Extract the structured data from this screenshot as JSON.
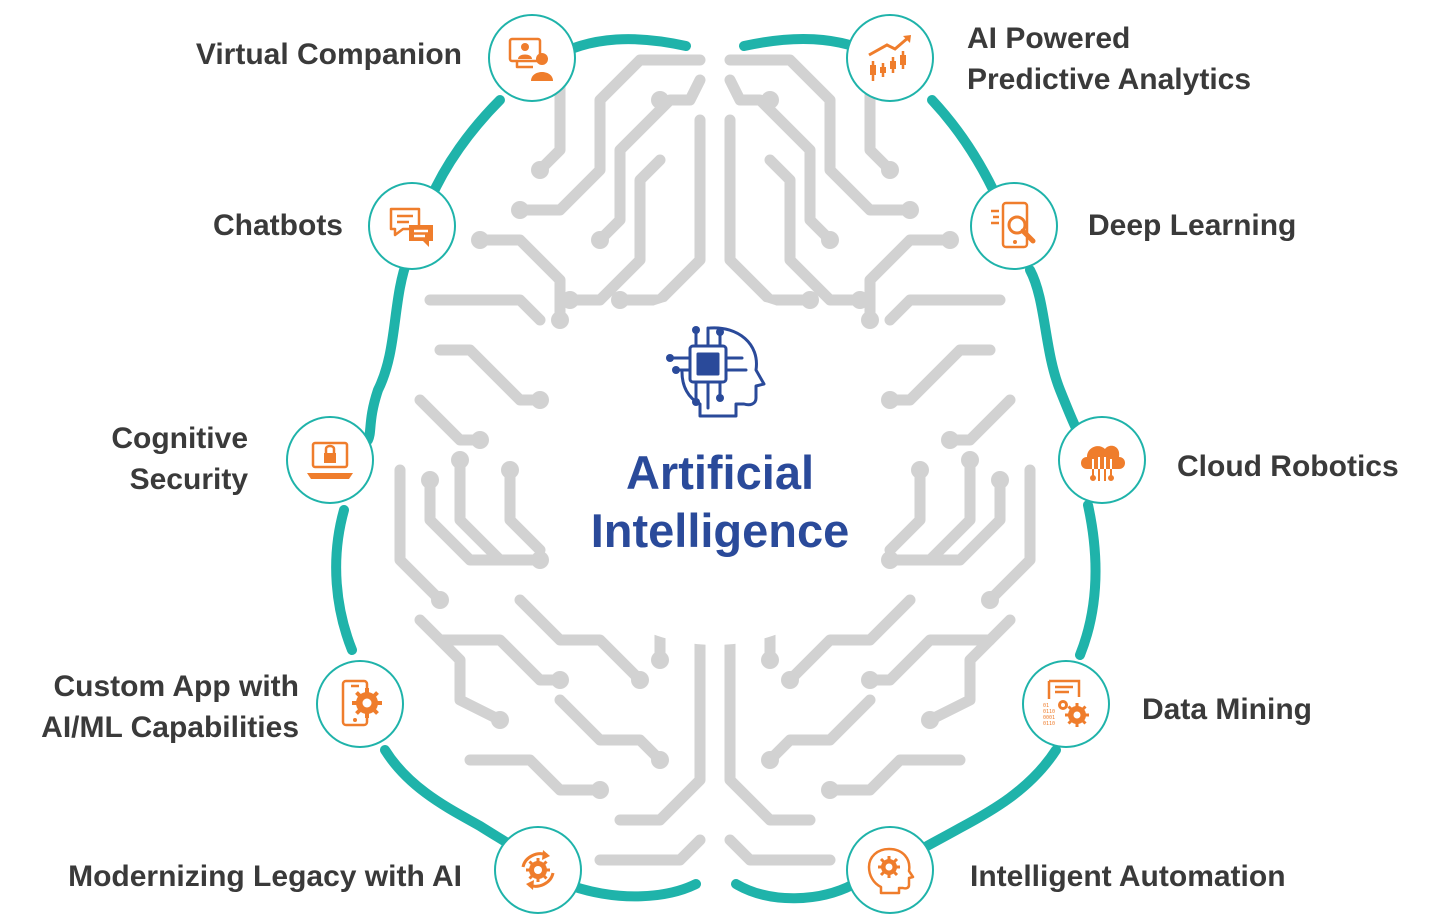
{
  "center": {
    "line1": "Artificial",
    "line2": "Intelligence",
    "icon": "ai-head-chip-icon"
  },
  "colors": {
    "teal": "#1fb3aa",
    "orange": "#ef7d2c",
    "circuit": "#d2d2d2",
    "title": "#2a4a9a",
    "label": "#3a3a3a"
  },
  "nodes": {
    "virtual_companion": {
      "line1": "Virtual Companion",
      "icon": "video-call-icon"
    },
    "chatbots": {
      "line1": "Chatbots",
      "icon": "chat-bubbles-icon"
    },
    "cognitive_security": {
      "line1": "Cognitive",
      "line2": "Security",
      "icon": "laptop-lock-icon"
    },
    "custom_app": {
      "line1": "Custom App with",
      "line2": "AI/ML Capabilities",
      "icon": "phone-gear-icon"
    },
    "modernizing_legacy": {
      "line1": "Modernizing Legacy with AI",
      "icon": "gear-cycle-icon"
    },
    "predictive_analytics": {
      "line1": "AI Powered",
      "line2": "Predictive Analytics",
      "icon": "candlestick-chart-icon"
    },
    "deep_learning": {
      "line1": "Deep Learning",
      "icon": "phone-search-icon"
    },
    "cloud_robotics": {
      "line1": "Cloud Robotics",
      "icon": "cloud-circuit-icon"
    },
    "data_mining": {
      "line1": "Data Mining",
      "icon": "data-gears-icon"
    },
    "intelligent_automation": {
      "line1": "Intelligent Automation",
      "icon": "head-gear-icon"
    }
  }
}
